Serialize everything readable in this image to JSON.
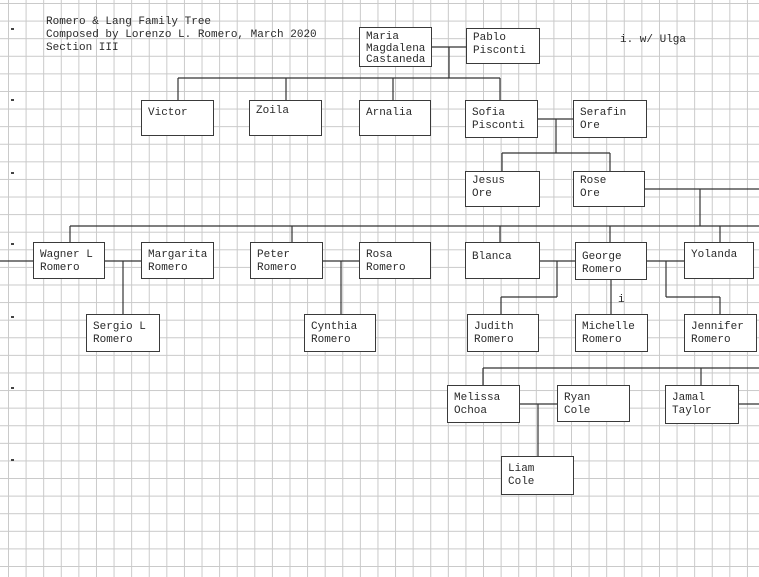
{
  "header": {
    "title": "Romero & Lang Family Tree",
    "composed": "Composed by Lorenzo L. Romero, March 2020",
    "section": "Section III"
  },
  "note": "i. w/ Ulga",
  "mark": "i",
  "persons": {
    "maria": "Maria\nMagdalena\nCastaneda",
    "pablo": "Pablo\nPisconti",
    "victor": "Victor",
    "zoila": "Zoila",
    "arnalia": "Arnalia",
    "sofia": "Sofia\nPisconti",
    "serafin": "Serafin\nOre",
    "jesus": "Jesus\nOre",
    "rose": "Rose\nOre",
    "wagner": "Wagner L\nRomero",
    "margarita": "Margarita\nRomero",
    "peter": "Peter\nRomero",
    "rosa": "Rosa\nRomero",
    "blanca": "Blanca",
    "george": "George\nRomero",
    "yolanda": "Yolanda",
    "sergio": "Sergio L\nRomero",
    "cynthia": "Cynthia\nRomero",
    "judith": "Judith\nRomero",
    "michelle": "Michelle\nRomero",
    "jennifer": "Jennifer\nRomero",
    "melissa": "Melissa\nOchoa",
    "ryan": "Ryan\nCole",
    "jamal": "Jamal\nTaylor",
    "liam": "Liam\nCole"
  }
}
